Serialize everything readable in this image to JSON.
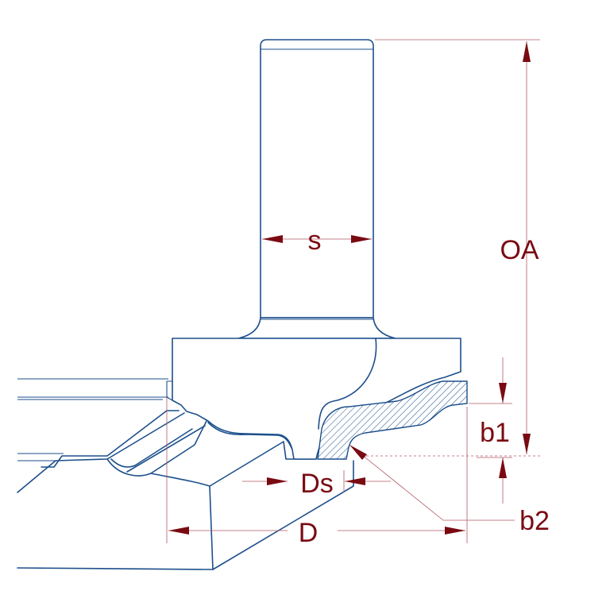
{
  "labels": {
    "s": "s",
    "oa": "OA",
    "b1": "b1",
    "ds": "Ds",
    "b2": "b2",
    "d": "D"
  },
  "colors": {
    "outline": "#1d4f8c",
    "dimension_line": "#b35a66",
    "label": "#7a0a12"
  }
}
